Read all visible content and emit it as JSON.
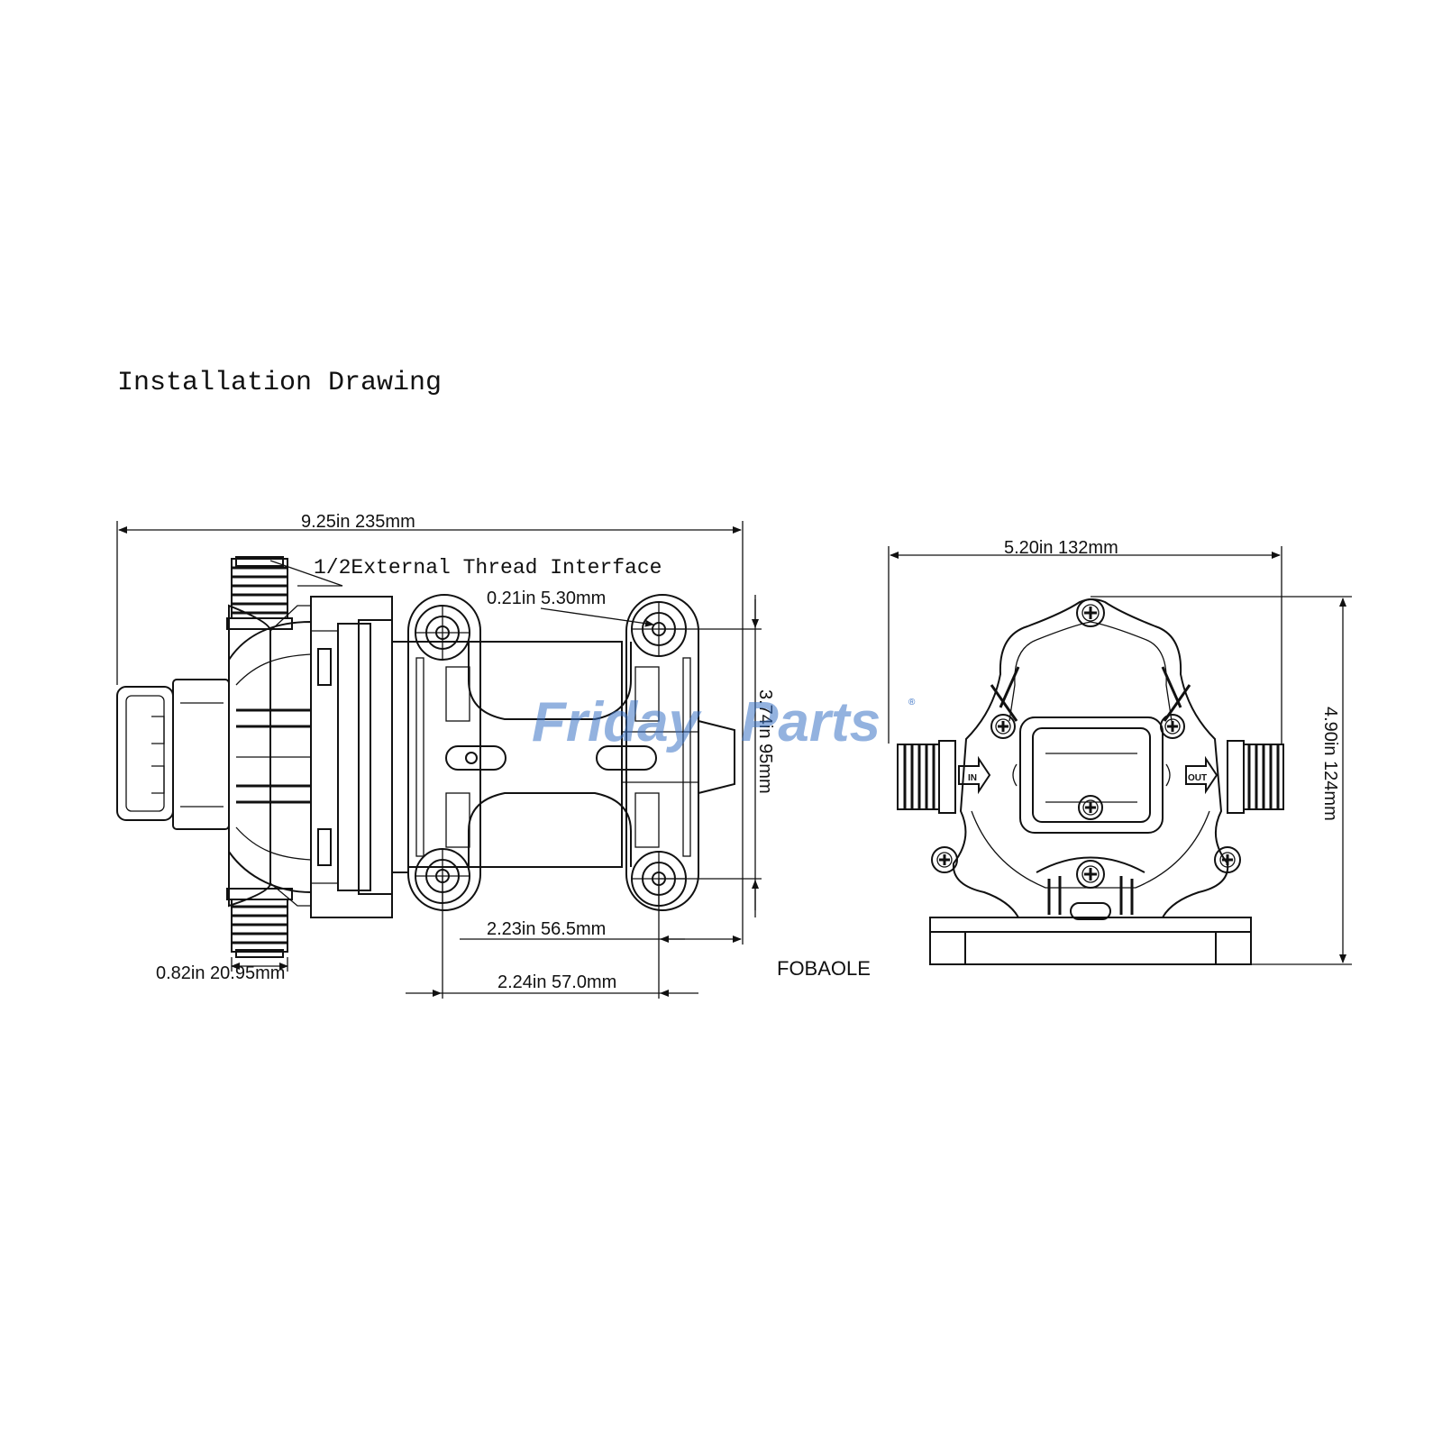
{
  "title": "Installation Drawing",
  "callouts": {
    "thread": "1/2External Thread Interface"
  },
  "dimensions": {
    "overall_length": "9.25in   235mm",
    "hole_diameter": "0.21in  5.30mm",
    "height_side": "3.74in   95mm",
    "hole_spacing_a": "2.23in   56.5mm",
    "hole_spacing_b": "2.24in   57.0mm",
    "port_offset": "0.82in   20.95mm",
    "front_width": "5.20in   132mm",
    "front_height": "4.90in   124mm"
  },
  "port_labels": {
    "inlet": "IN",
    "outlet": "OUT"
  },
  "brand": "FOBAOLE",
  "watermark": {
    "text_a": "Friday",
    "text_b": "Parts",
    "registered": "®",
    "color_blue": "#3a72c4",
    "color_orange": "#f0a030"
  }
}
